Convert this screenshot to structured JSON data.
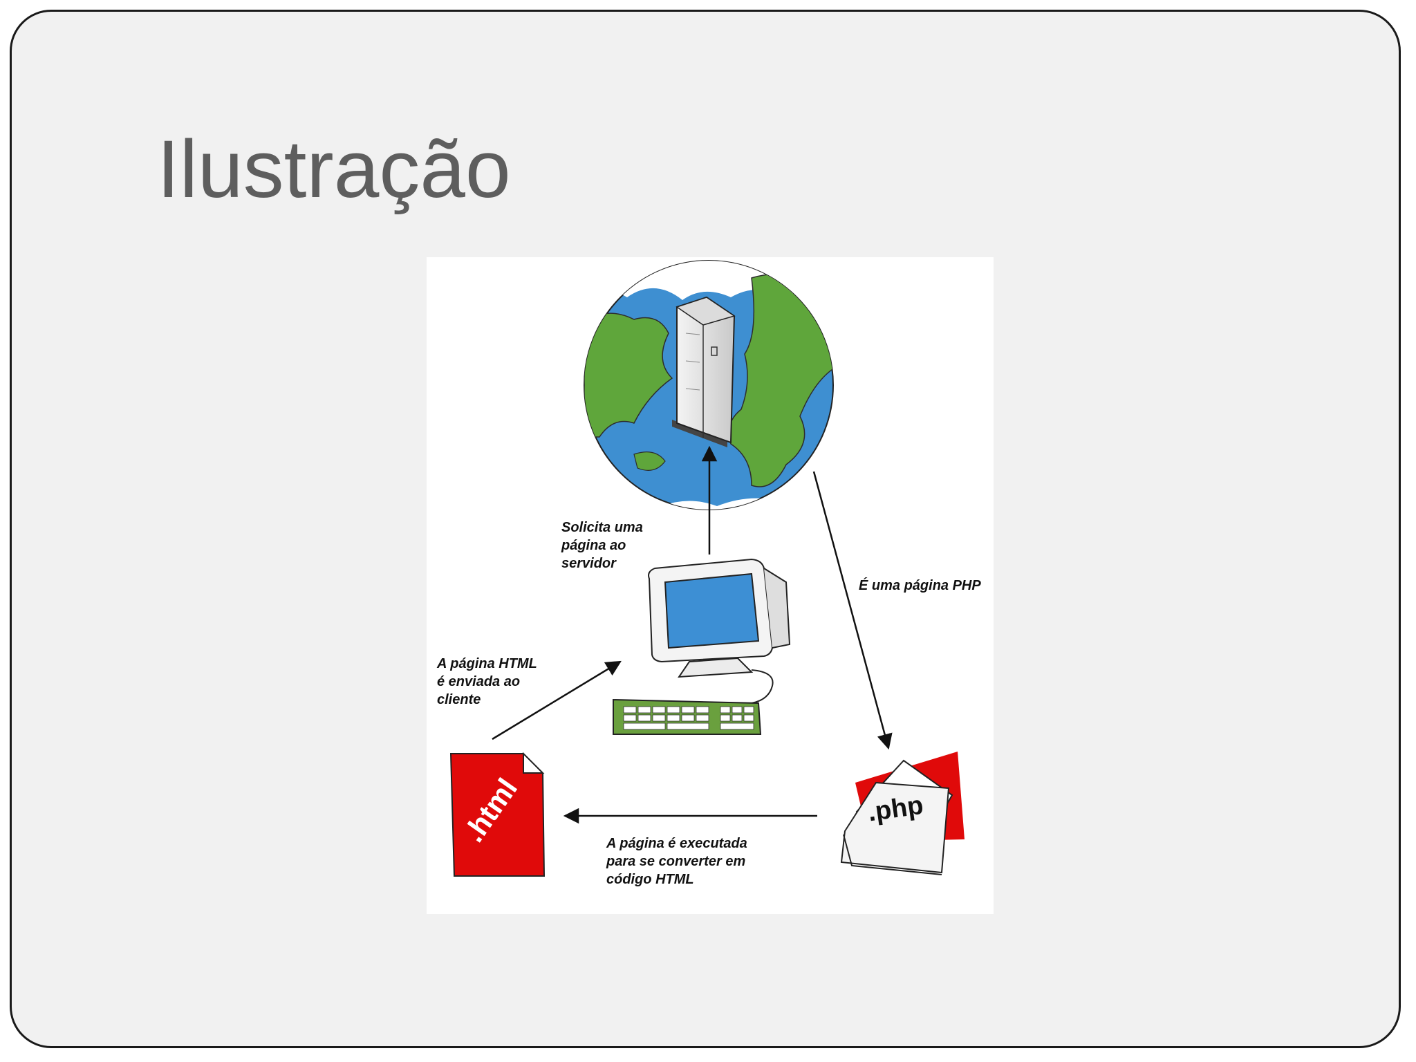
{
  "slide": {
    "title": "Ilustração"
  },
  "diagram": {
    "labels": {
      "request": "Solicita uma\npágina ao\nservidor",
      "php_page": "É uma página PHP",
      "executed": "A página é executada\npara se converter em\ncódigo HTML",
      "sent": "A página HTML\né enviada ao\ncliente"
    },
    "files": {
      "html": ".html",
      "php": ".php"
    },
    "icons": {
      "server": "server-tower-icon",
      "globe": "globe-icon",
      "computer": "desktop-computer-icon",
      "html_file": "html-file-icon",
      "php_file": "php-file-icon"
    },
    "colors": {
      "ocean": "#3e8fd1",
      "land": "#5fa63b",
      "file_red": "#e00a0a",
      "screen_blue": "#3d8fd4",
      "keyboard_green": "#6aa03e"
    }
  }
}
